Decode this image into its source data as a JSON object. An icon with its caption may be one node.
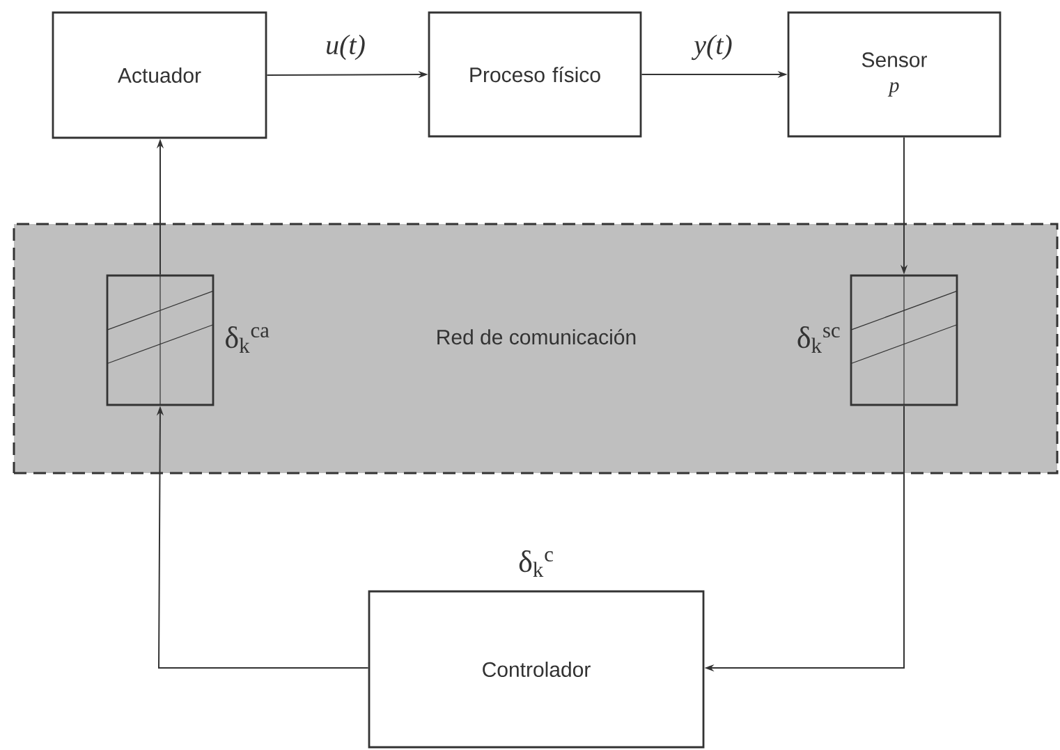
{
  "diagram": {
    "nodes": [
      {
        "text": [
          "Actuador"
        ]
      },
      {
        "text": [
          "Proceso físico"
        ]
      },
      {
        "text": [
          "Sensor",
          "p"
        ]
      },
      {
        "text": [
          "Red de comunicación"
        ]
      },
      {
        "text": [],
        "shape": "box",
        "in": 3,
        "beside": [
          "δ$_{k}$$^{ca}$"
        ]
      },
      {
        "text": [],
        "shape": "box",
        "in": 3,
        "beside": [
          "δ$_{k}$$^{sc}$"
        ]
      },
      {
        "text": [
          "Controlador"
        ],
        "beside": [
          "δ$_{k}$$^{c}$"
        ]
      }
    ],
    "edges": [
      {
        "from": 0,
        "to": 1,
        "arrow": "to",
        "label": "u(t)"
      },
      {
        "from": 1,
        "to": 2,
        "arrow": "to",
        "label": "y(t)"
      },
      {
        "from": 2,
        "to": 5,
        "arrow": "to"
      },
      {
        "from": 5,
        "to": 6,
        "arrow": "to"
      },
      {
        "from": 6,
        "to": 4,
        "arrow": "to"
      },
      {
        "from": 4,
        "to": 0,
        "arrow": "to"
      }
    ]
  }
}
